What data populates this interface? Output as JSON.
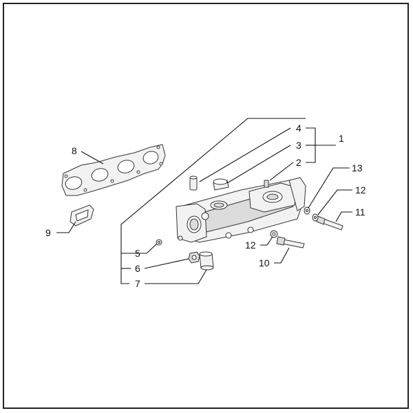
{
  "callouts": {
    "c1": "1",
    "c2": "2",
    "c3": "3",
    "c4": "4",
    "c5": "5",
    "c6": "6",
    "c7": "7",
    "c8": "8",
    "c9": "9",
    "c10": "10",
    "c11": "11",
    "c12a": "12",
    "c12b": "12",
    "c13": "13"
  }
}
